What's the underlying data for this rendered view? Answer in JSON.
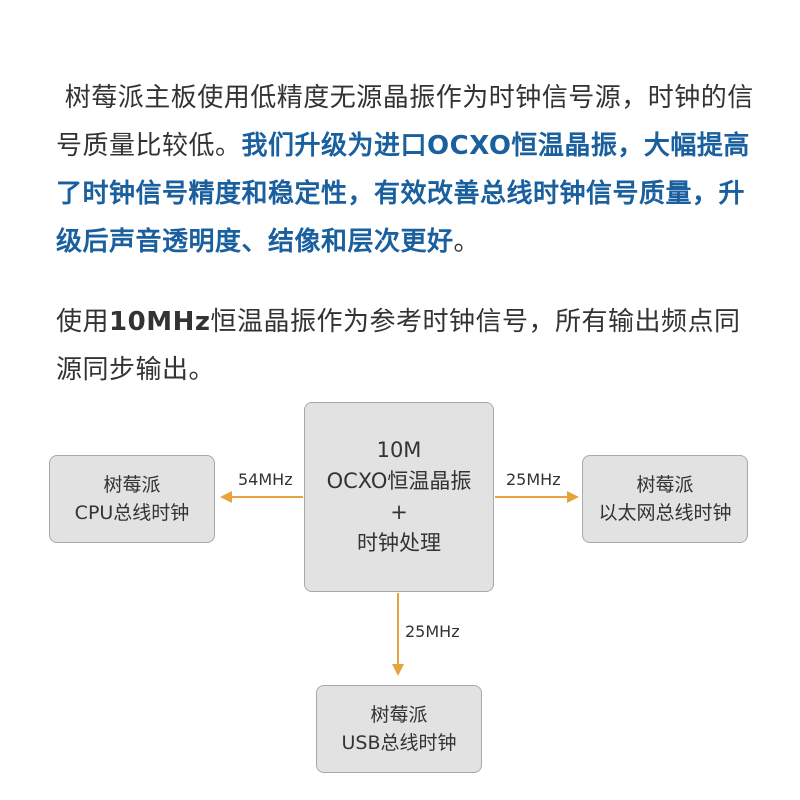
{
  "text": {
    "para1_normal": "树莓派主板使用低精度无源晶振作为时钟信号源，时钟的信号质量比较低。",
    "para1_highlight": "我们升级为进口OCXO恒温晶振，大幅提高了时钟信号精度和稳定性，有效改善总线时钟信号质量，升级后声音透明度、结像和层次更好",
    "para1_end": "。",
    "para2_pre": "使用",
    "para2_bold": "10MHz",
    "para2_post": "恒温晶振作为参考时钟信号，所有输出频点同源同步输出。"
  },
  "diagram": {
    "center": {
      "line1": "10M",
      "line2": "OCXO恒温晶振",
      "line3": "+",
      "line4": "时钟处理"
    },
    "left": {
      "line1": "树莓派",
      "line2": "CPU总线时钟",
      "freq": "54MHz"
    },
    "right": {
      "line1": "树莓派",
      "line2": "以太网总线时钟",
      "freq": "25MHz"
    },
    "bottom": {
      "line1": "树莓派",
      "line2": "USB总线时钟",
      "freq": "25MHz"
    },
    "arrow_color": "#e8a33d",
    "highlight_color": "#1a5f9e"
  }
}
